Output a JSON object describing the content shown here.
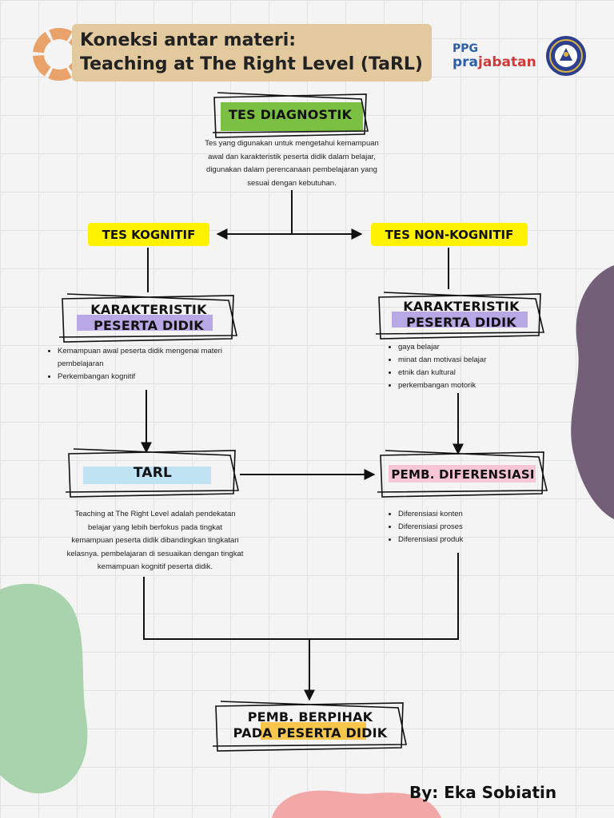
{
  "title": {
    "line1": "Koneksi antar materi:",
    "line2": "Teaching at The Right Level (TaRL)"
  },
  "logo": {
    "ppg": "PPG",
    "prajabatan_pre": "pra",
    "prajabatan_post": "jabatan"
  },
  "nodes": {
    "tes_diagnostik": "TES DIAGNOSTIK",
    "tes_kognitif": "TES KOGNITIF",
    "tes_non_kognitif": "TES NON-KOGNITIF",
    "karakteristik_left_1": "KARAKTERISTIK",
    "karakteristik_left_2": "PESERTA DIDIK",
    "karakteristik_right_1": "KARAKTERISTIK",
    "karakteristik_right_2": "PESERTA DIDIK",
    "tarl": "TARL",
    "pemb_diferensiasi": "PEMB. DIFERENSIASI",
    "pemb_berpihak_1": "PEMB. BERPIHAK",
    "pemb_berpihak_2": "PADA PESERTA DIDIK"
  },
  "descriptions": {
    "diagnostik": [
      "Tes yang digunakan untuk  mengetahui kemampuan",
      "awal dan karakteristik peserta didik dalam belajar,",
      "digunakan dalam perencanaan pembelajaran yang",
      "sesuai dengan kebutuhan."
    ],
    "tarl": [
      "Teaching at The Right Level  adalah pendekatan",
      "belajar yang lebih berfokus pada tingkat",
      "kemampuan peserta didik dibandingkan tingkatan",
      "kelasnya. pembelajaran di sesuaikan dengan tingkat",
      "kemampuan kognitif peserta didik."
    ]
  },
  "lists": {
    "kognitif": [
      "Kemampuan awal peserta didik mengenai materi pembelajaran",
      "Perkembangan kognitif"
    ],
    "non_kognitif": [
      "gaya belajar",
      "minat dan motivasi belajar",
      "etnik dan kultural",
      "perkembangan motorik"
    ],
    "diferensiasi": [
      "Diferensiasi konten",
      "Diferensiasi proses",
      "Diferensiasi produk"
    ]
  },
  "author": "By: Eka Sobiatin",
  "colors": {
    "title_bg": "#e3c99e",
    "pill_yellow": "#fff200",
    "green_highlight": "#7cc043",
    "purple_highlight": "#b9a8e6",
    "blue_highlight": "#bfe3f3",
    "pink_highlight": "#f6c6d6",
    "orange_highlight": "#f7c64a",
    "blob_purple": "#735f78",
    "blob_green": "#a9d3ad",
    "blob_pink": "#f3a8a8",
    "ring_orange": "#e8a26a"
  }
}
